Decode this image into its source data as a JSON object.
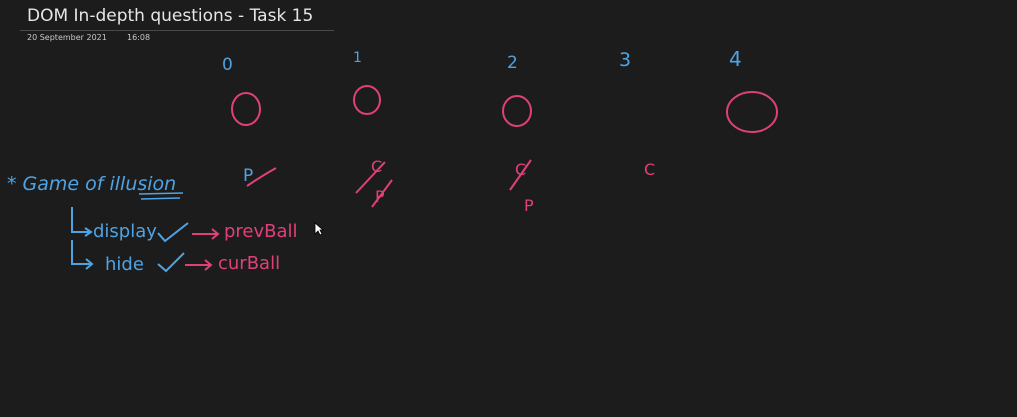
{
  "page": {
    "title": "DOM In-depth questions - Task 15",
    "date": "20 September 2021",
    "time": "16:08"
  },
  "ink": {
    "blue_color": "#4fa3e3",
    "pink_color": "#e0407a",
    "index_labels": [
      "0",
      "1",
      "2",
      "3",
      "4"
    ],
    "slot_letters": [
      "P",
      "C",
      "C",
      "P",
      "C"
    ],
    "heading": "* Game of illusion",
    "display_line": "display",
    "hide_line": "hide",
    "prev_label": "prevBall",
    "cur_label": "curBall"
  }
}
